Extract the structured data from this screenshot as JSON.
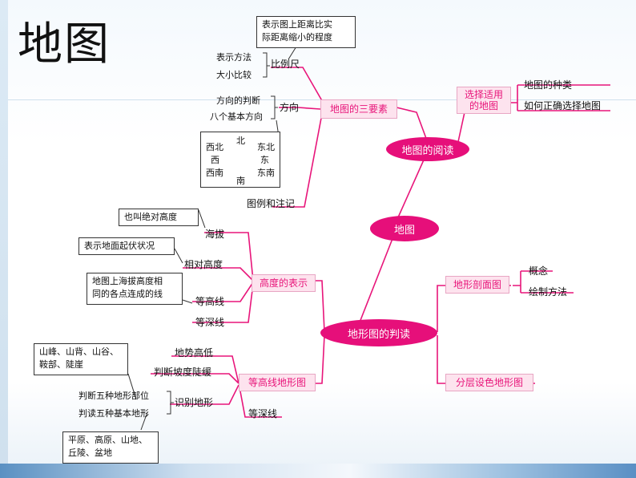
{
  "title": "地图",
  "root": "地图",
  "nodes": {
    "reading": "地图的阅读",
    "three_elements": "地图的三要素",
    "choose_map": [
      "选择适用",
      "的地图"
    ],
    "map_types": "地图的种类",
    "how_choose": "如何正确选择地图",
    "scale": "比例尺",
    "scale_def": [
      "表示图上距离比实",
      "际距离缩小的程度"
    ],
    "scale_items": [
      "表示方法",
      "大小比较"
    ],
    "direction": "方向",
    "direction_items": [
      "方向的判断",
      "八个基本方向"
    ],
    "legend": "图例和注记",
    "compass": {
      "n": "北",
      "s": "南",
      "e": "东",
      "w": "西",
      "ne": "东北",
      "nw": "西北",
      "se": "东南",
      "sw": "西南"
    },
    "topo_reading": "地形图的判读",
    "height": "高度的表示",
    "altitude": "海拔",
    "altitude_def": "也叫绝对高度",
    "relative_height": "相对高度",
    "relative_def": "表示地面起伏状况",
    "contour": "等高线",
    "contour_def": [
      "地图上海拔高度相",
      "同的各点连成的线"
    ],
    "depth_contour": "等深线",
    "contour_map": "等高线地形图",
    "terrain_level": "地势高低",
    "slope": "判断坡度陡缓",
    "identify": "识别地形",
    "identify_items": [
      "判断五种地形部位",
      "判读五种基本地形"
    ],
    "parts_box": [
      "山峰、山背、山谷、",
      "鞍部、陡崖"
    ],
    "landforms_box": [
      "平原、高原、山地、",
      "丘陵、盆地"
    ],
    "depth_contour2": "等深线",
    "profile": "地形剖面图",
    "concept": "概念",
    "draw_method": "绘制方法",
    "layered": "分层设色地形图"
  },
  "colors": {
    "accent": "#e60f7a",
    "line": "#e8157a",
    "pale": "#fde3ee"
  }
}
